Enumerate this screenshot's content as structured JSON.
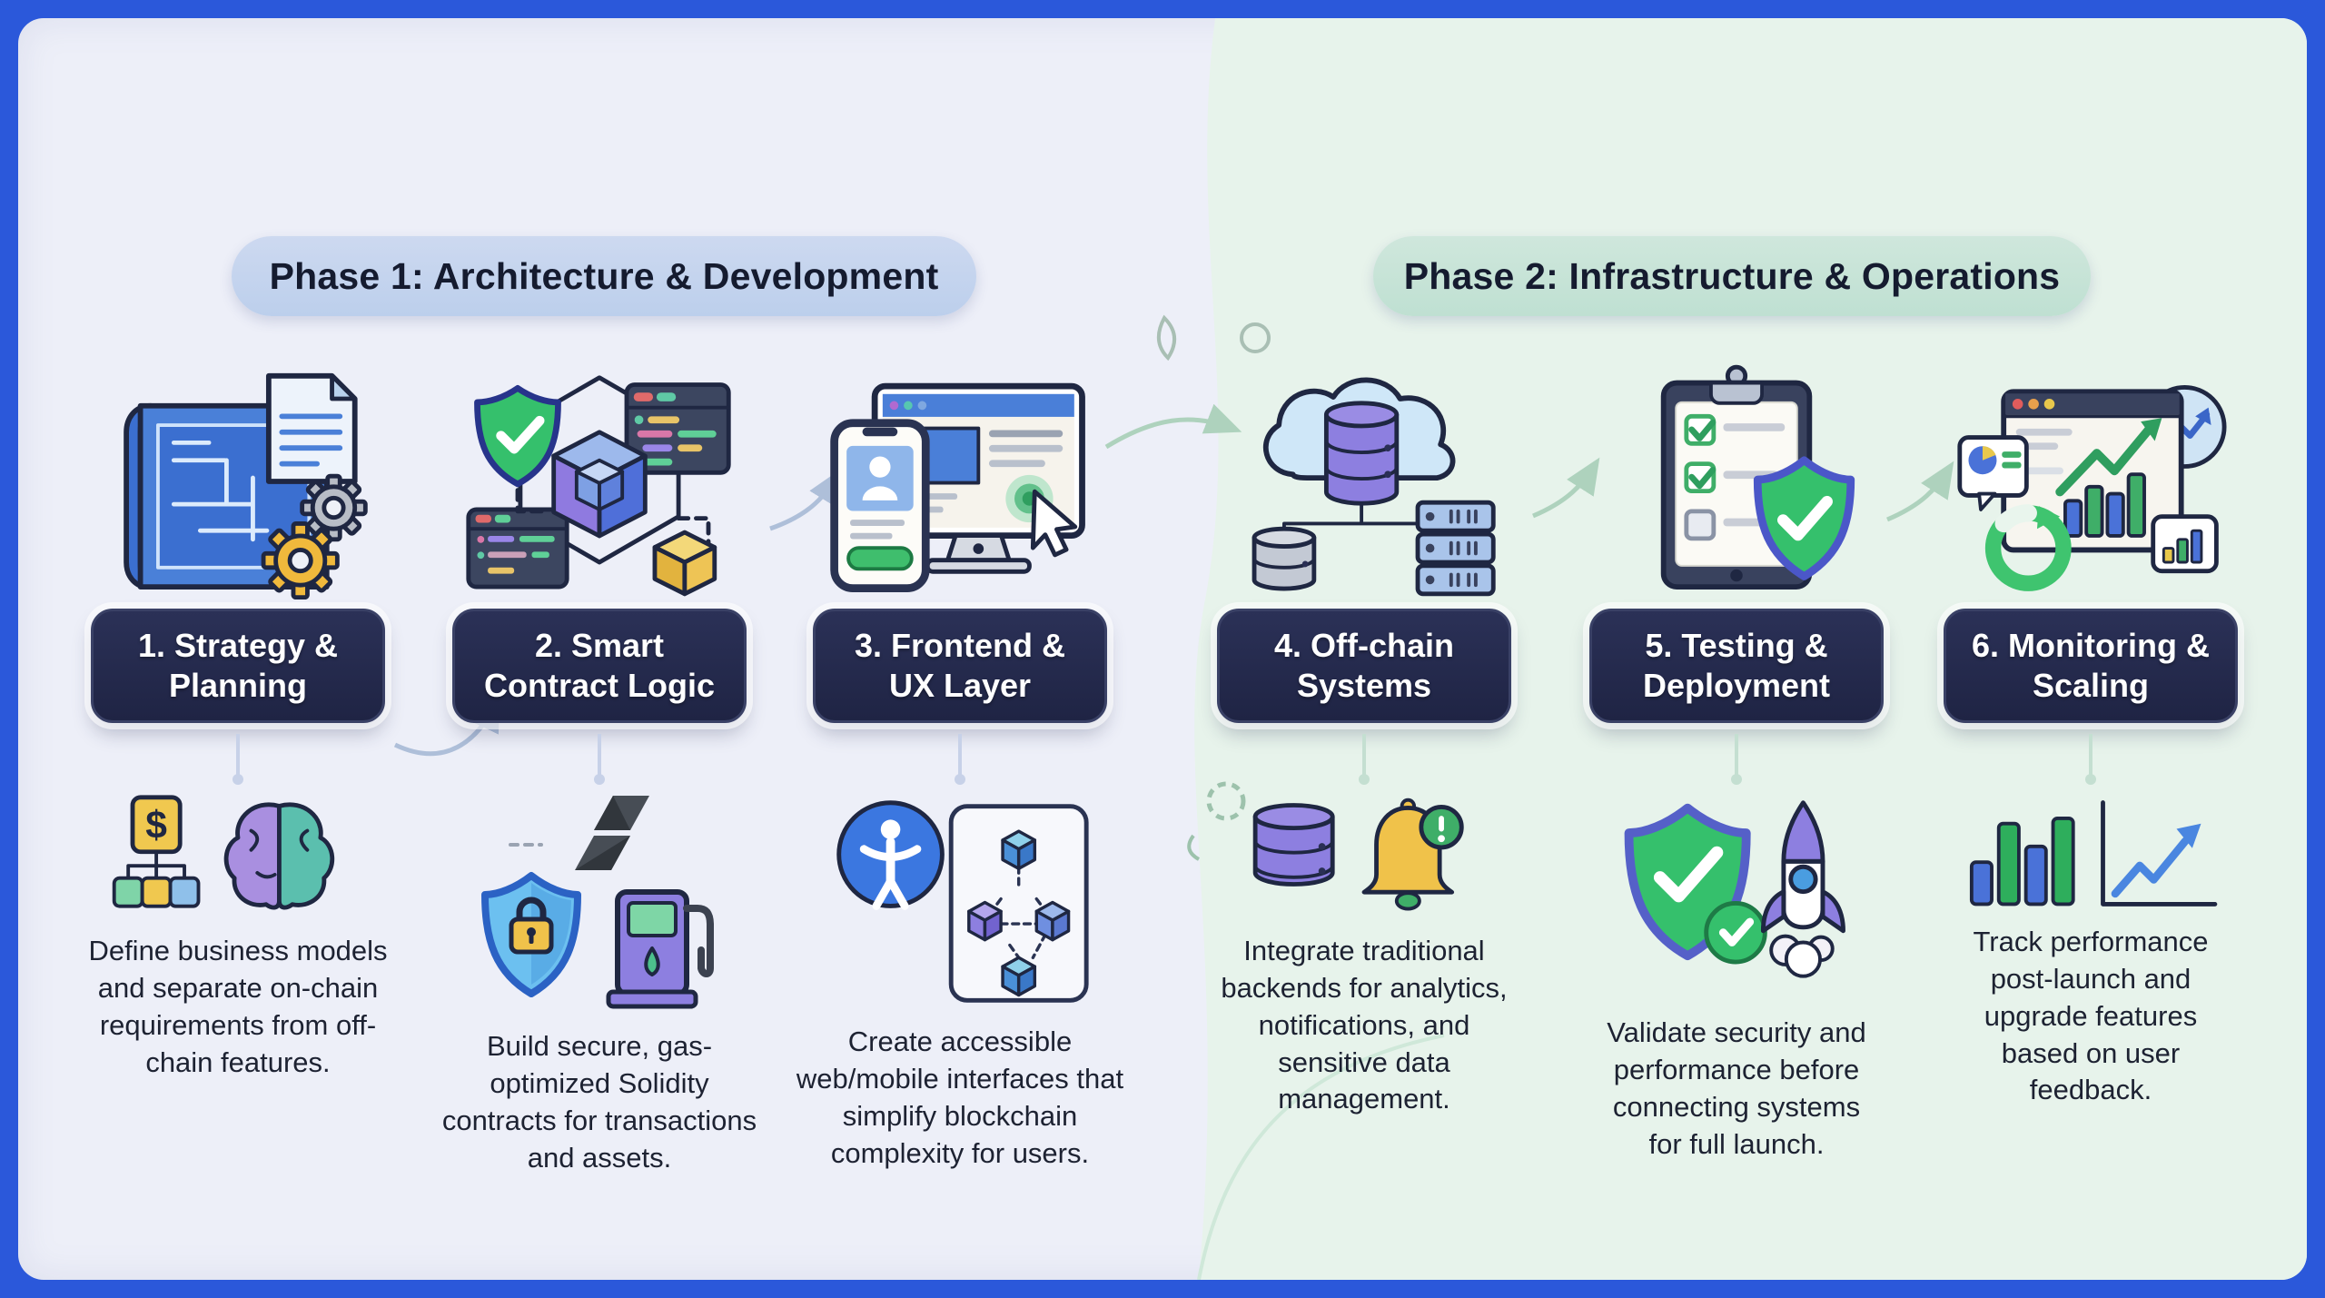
{
  "header": {
    "phase1": "Phase 1: Architecture & Development",
    "phase2": "Phase 2: Infrastructure & Operations"
  },
  "steps": [
    {
      "title": "1. Strategy & Planning",
      "description": "Define business models and separate on-chain requirements from off-chain features.",
      "top_icon": "blueprint-document-gears-icon",
      "bottom_icon": "org-chart-brain-icon"
    },
    {
      "title": "2. Smart Contract Logic",
      "description": "Build secure, gas-optimized Solidity contracts for transactions and assets.",
      "top_icon": "shield-cube-code-windows-icon",
      "bottom_icon": "lock-shield-solidity-gas-pump-icon"
    },
    {
      "title": "3. Frontend & UX Layer",
      "description": "Create accessible web/mobile interfaces that simplify blockchain complexity for users.",
      "top_icon": "monitor-phone-cursor-icon",
      "bottom_icon": "accessibility-cube-flow-icon"
    },
    {
      "title": "4. Off-chain Systems",
      "description": "Integrate traditional backends for analytics, notifications, and sensitive data management.",
      "top_icon": "cloud-database-servers-icon",
      "bottom_icon": "database-notification-bell-icon"
    },
    {
      "title": "5. Testing & Deployment",
      "description": "Validate security and performance before connecting systems for full launch.",
      "top_icon": "checklist-clipboard-shield-icon",
      "bottom_icon": "shield-check-rocket-icon"
    },
    {
      "title": "6. Monitoring & Scaling",
      "description": "Track performance post-launch and upgrade features based on user feedback.",
      "top_icon": "dashboard-growth-chart-icon",
      "bottom_icon": "bar-chart-trend-arrow-icon"
    }
  ],
  "colors": {
    "frame_blue": "#2b58da",
    "left_background": "#edeff8",
    "right_background": "#e7f3eb",
    "phase1_pill": "#c3d4ee",
    "phase2_pill": "#c5e3d6",
    "step_chip": "#232a4e",
    "chip_text": "#ffffff",
    "body_text": "#1d2232",
    "accent_green": "#35c06c",
    "accent_blue": "#4a7fd8",
    "accent_purple": "#8d7fe0",
    "accent_yellow": "#f0c24a"
  }
}
